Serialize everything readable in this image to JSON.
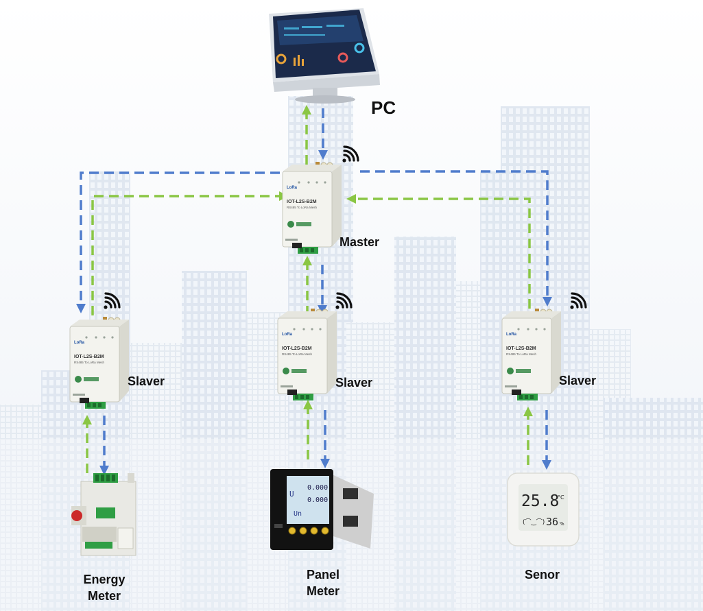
{
  "diagram": {
    "nodes": {
      "pc": "PC",
      "master": "Master",
      "slaver_left": "Slaver",
      "slaver_center": "Slaver",
      "slaver_right": "Slaver",
      "energy_meter": "Energy\nMeter",
      "panel_meter": "Panel\nMeter",
      "sensor": "Senor"
    },
    "device_labels": {
      "model": "IOT-L2S-B2M",
      "subtitle": "RS485 To LoRa Mesh",
      "brand": "LoRa"
    },
    "panel_display": {
      "row1": "0.000",
      "row2": "0.000",
      "unit": "Un"
    },
    "sensor_display": {
      "temperature": "25.8",
      "temp_unit": "°C",
      "face": "(⌒‿⌒)",
      "humidity": "36",
      "humidity_unit": "%"
    },
    "colors": {
      "request_arrow": "#4f7ccc",
      "response_arrow": "#8ac644",
      "device_body": "#f3f3ee",
      "terminal_green": "#2f9e44"
    }
  }
}
